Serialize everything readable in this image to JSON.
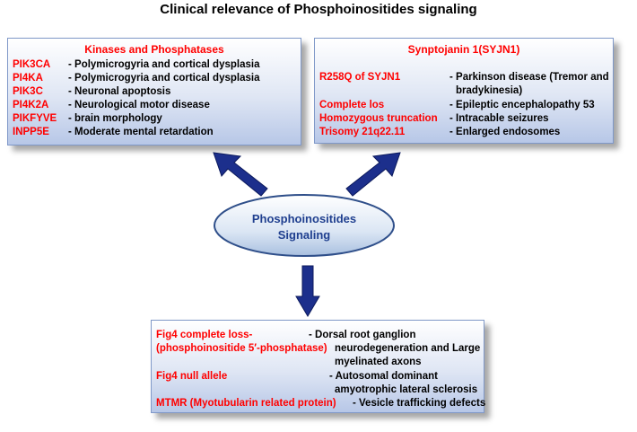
{
  "title": "Clinical relevance of Phosphoinositides signaling",
  "center": {
    "line1": "Phosphoinositides",
    "line2": "Signaling"
  },
  "kinases": {
    "heading": "Kinases and Phosphatases",
    "rows": [
      {
        "gene": "PIK3CA",
        "desc": "- Polymicrogyria and cortical dysplasia"
      },
      {
        "gene": "PI4KA",
        "desc": "- Polymicrogyria and cortical dysplasia"
      },
      {
        "gene": "PIK3C",
        "desc": "- Neuronal apoptosis"
      },
      {
        "gene": "PI4K2A",
        "desc": "- Neurological motor disease"
      },
      {
        "gene": "PIKFYVE",
        "desc": "- brain morphology"
      },
      {
        "gene": "INPP5E",
        "desc": "- Moderate mental retardation"
      }
    ]
  },
  "synj": {
    "heading": "Synptojanin 1(SYJN1)",
    "rows": [
      {
        "gene": "R258Q of SYJN1",
        "desc1": "- Parkinson disease (Tremor and",
        "desc2": "bradykinesia)"
      },
      {
        "gene": "Complete los",
        "desc1": "- Epileptic encephalopathy 53"
      },
      {
        "gene": "Homozygous truncation",
        "desc1": "- Intracable seizures"
      },
      {
        "gene": "Trisomy 21q22.11",
        "desc1": "- Enlarged endosomes"
      }
    ]
  },
  "fig4": {
    "rows": [
      {
        "gene1": "Fig4 complete loss-",
        "gene2": "(phosphoinositide 5′-phosphatase)",
        "desc1": "- Dorsal root ganglion",
        "desc2": "neurodegeneration and Large",
        "desc3": "myelinated axons"
      },
      {
        "gene1": "Fig4 null allele",
        "desc1": "-  Autosomal dominant",
        "desc2": "amyotrophic lateral sclerosis"
      },
      {
        "gene1": "MTMR (Myotubularin related protein)",
        "desc1": "- Vesicle trafficking defects"
      }
    ]
  },
  "colors": {
    "accent_red": "#ff0000",
    "arrow_blue": "#1c2f8c",
    "ellipse_text": "#1f3f8f"
  }
}
